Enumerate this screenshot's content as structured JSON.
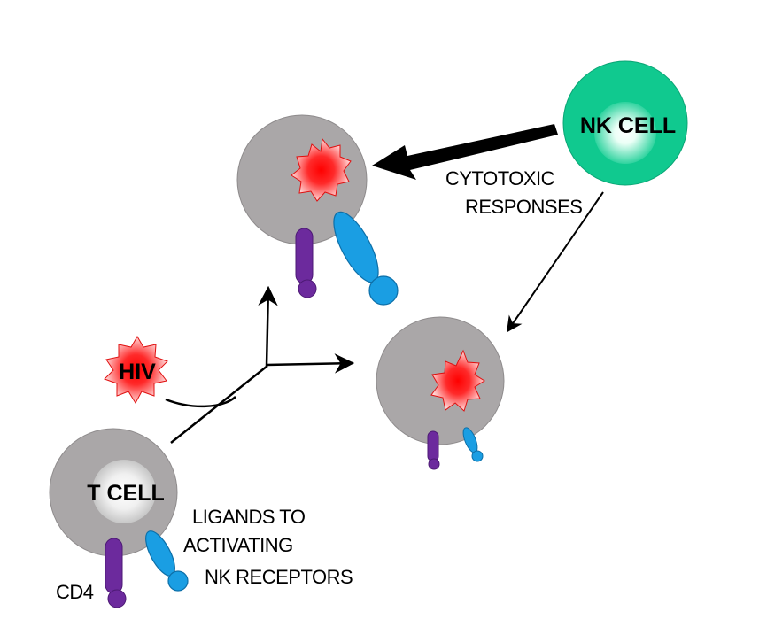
{
  "labels": {
    "nk_cell": "NK CELL",
    "t_cell": "T CELL",
    "hiv": "HIV",
    "cytotoxic_line1": "CYTOTOXIC",
    "cytotoxic_line2": "RESPONSES",
    "ligands_line1": "LIGANDS TO",
    "ligands_line2": "ACTIVATING",
    "ligands_line3": "NK RECEPTORS",
    "cd4": "CD4"
  },
  "colors": {
    "infected_cell": "#aaa7a8",
    "nk_cell": "#10c98f",
    "virus": "#ff1010",
    "cd4_receptor": "#6c2a9d",
    "nk_ligand": "#1a9ee3",
    "arrow": "#000000"
  }
}
